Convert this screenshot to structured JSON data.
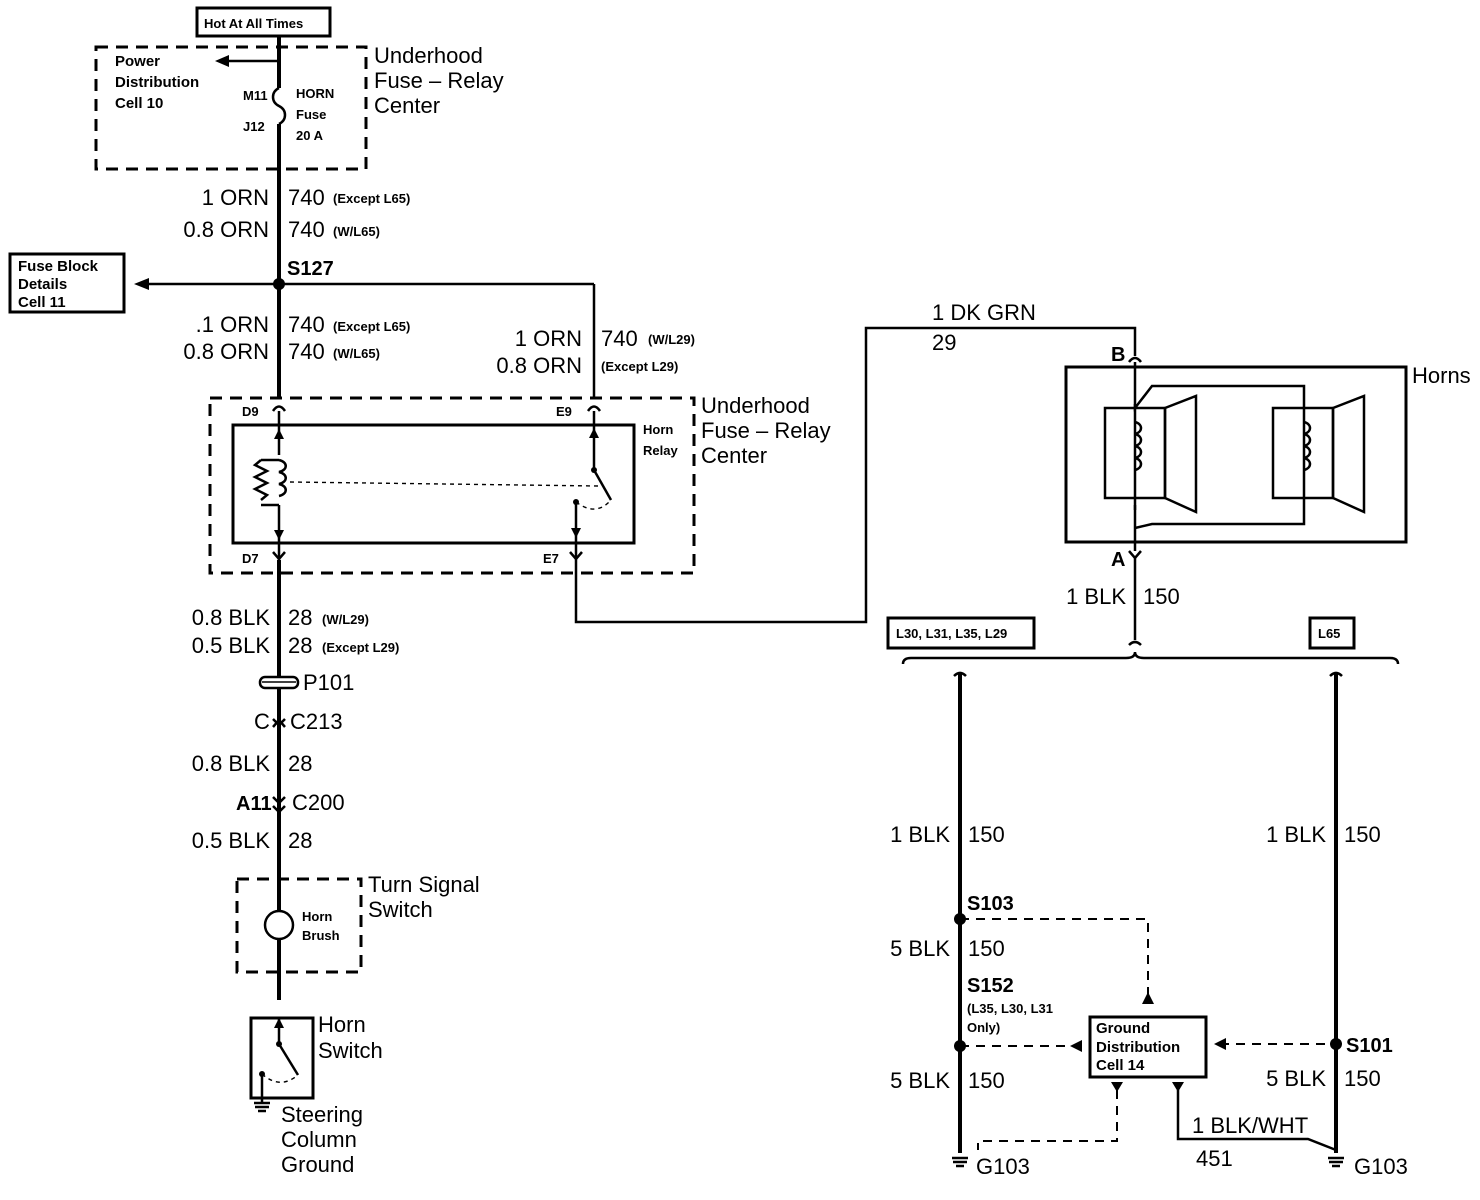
{
  "labels": {
    "hot_at_all_times": "Hot At All Times",
    "power_dist_1": "Power",
    "power_dist_2": "Distribution",
    "power_dist_3": "Cell 10",
    "m11": "M11",
    "j12": "J12",
    "horn_fuse_1": "HORN",
    "horn_fuse_2": "Fuse",
    "horn_fuse_3": "20 A",
    "uh_fuse_top_1": "Underhood",
    "uh_fuse_top_2": "Fuse – Relay",
    "uh_fuse_top_3": "Center",
    "w1_size": "1 ORN",
    "w1_circuit": "740",
    "w1_note": "(Except L65)",
    "w2_size": "0.8 ORN",
    "w2_circuit": "740",
    "w2_note": "(W/L65)",
    "fuse_block_1": "Fuse Block",
    "fuse_block_2": "Details",
    "fuse_block_3": "Cell 11",
    "s127": "S127",
    "w3_size": ".1 ORN",
    "w3_circuit": "740",
    "w3_note": "(Except L65)",
    "w4_size": "0.8 ORN",
    "w4_circuit": "740",
    "w4_note": "(W/L65)",
    "w5_size": "1 ORN",
    "w5_circuit": "740",
    "w5_note": "(W/L29)",
    "w6_size": "0.8 ORN",
    "w6_note": "(Except L29)",
    "d9": "D9",
    "e9": "E9",
    "d7": "D7",
    "e7": "E7",
    "horn_relay_1": "Horn",
    "horn_relay_2": "Relay",
    "uh_fuse_mid_1": "Underhood",
    "uh_fuse_mid_2": "Fuse – Relay",
    "uh_fuse_mid_3": "Center",
    "dk_grn_size": "1 DK GRN",
    "dk_grn_circuit": "29",
    "term_b": "B",
    "term_a": "A",
    "horns": "Horns",
    "blk150_size": "1 BLK",
    "blk150_circuit": "150",
    "opt_left": "L30, L31, L35, L29",
    "opt_right": "L65",
    "w7_size": "0.8 BLK",
    "w7_circuit": "28",
    "w7_note": "(W/L29)",
    "w8_size": "0.5 BLK",
    "w8_circuit": "28",
    "w8_note": "(Except L29)",
    "p101": "P101",
    "c_pin": "C",
    "c213": "C213",
    "w9_size": "0.8 BLK",
    "w9_circuit": "28",
    "a11": "A11",
    "c200": "C200",
    "w10_size": "0.5 BLK",
    "w10_circuit": "28",
    "turn_signal_1": "Turn Signal",
    "turn_signal_2": "Switch",
    "horn_brush_1": "Horn",
    "horn_brush_2": "Brush",
    "horn_switch_1": "Horn",
    "horn_switch_2": "Switch",
    "steering_1": "Steering",
    "steering_2": "Column",
    "steering_3": "Ground",
    "l_blk_size": "1 BLK",
    "l_blk_circuit": "150",
    "s103": "S103",
    "l5_size": "5 BLK",
    "l5_circuit": "150",
    "s152": "S152",
    "s152_note_1": "(L35, L30, L31",
    "s152_note_2": "Only)",
    "gd_1": "Ground",
    "gd_2": "Distribution",
    "gd_3": "Cell 14",
    "l5b_size": "5 BLK",
    "l5b_circuit": "150",
    "g103_left": "G103",
    "r_blk_size": "1 BLK",
    "r_blk_circuit": "150",
    "s101": "S101",
    "r5_size": "5 BLK",
    "r5_circuit": "150",
    "blkwht_size": "1 BLK/WHT",
    "blkwht_circuit": "451",
    "g103_right": "G103"
  }
}
